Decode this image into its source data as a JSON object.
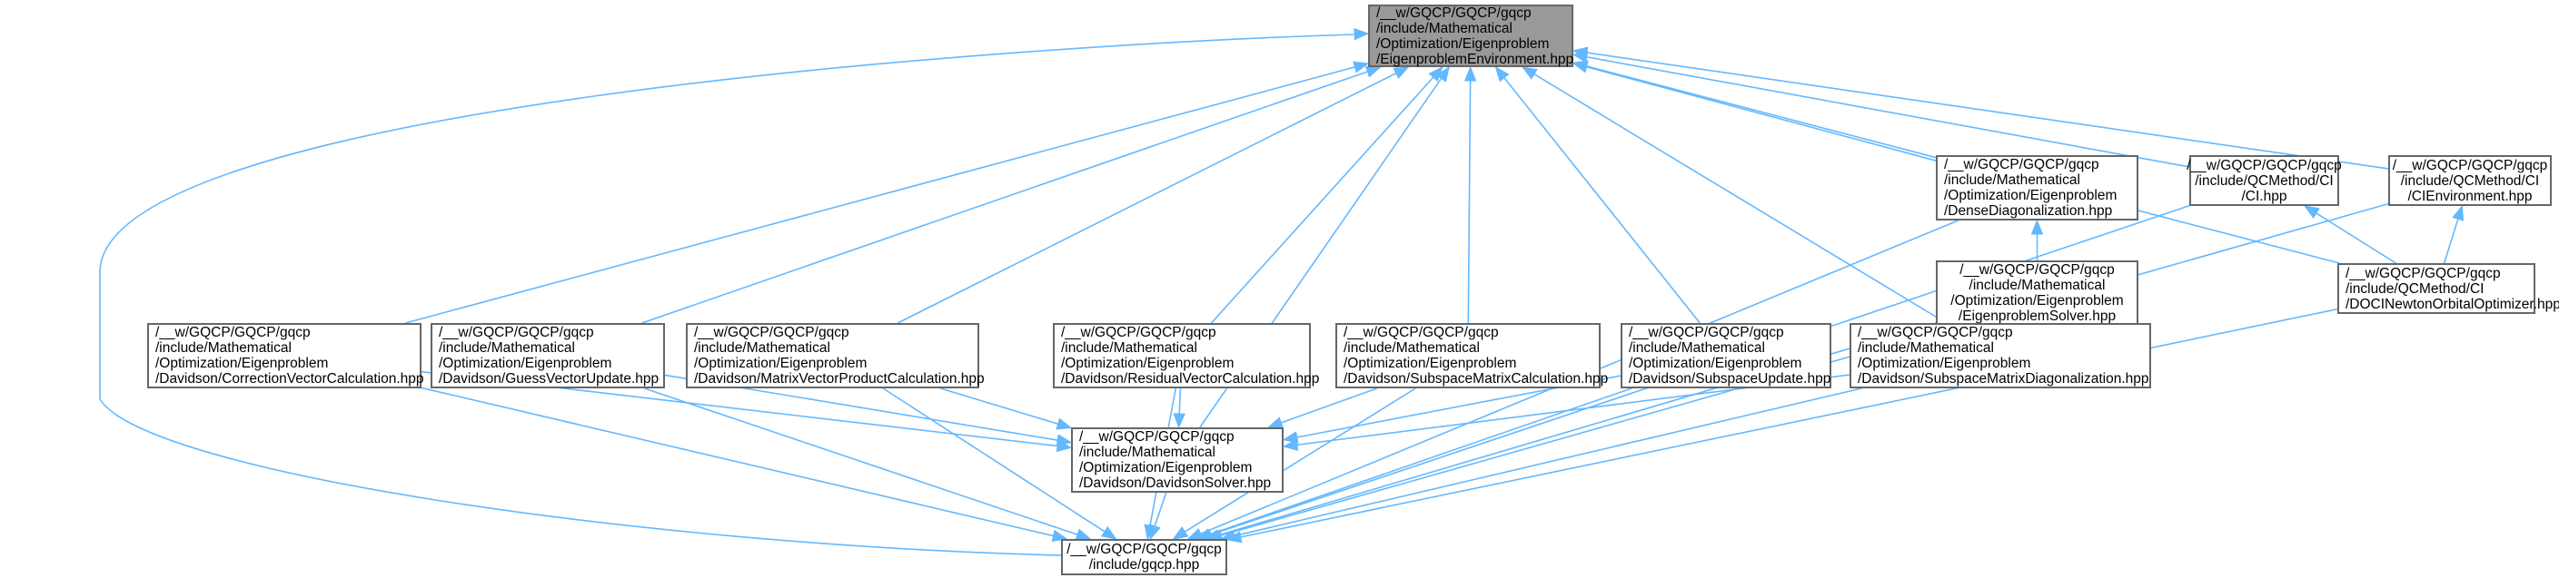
{
  "colors": {
    "edge": "#63b8ff",
    "node_border": "#666666",
    "root_fill": "#999999",
    "node_fill": "#ffffff"
  },
  "nodes": [
    {
      "id": "root",
      "lines": [
        "/__w/GQCP/GQCP/gqcp",
        "/include/Mathematical",
        "/Optimization/Eigenproblem",
        "/EigenproblemEnvironment.hpp"
      ]
    },
    {
      "id": "dense",
      "lines": [
        "/__w/GQCP/GQCP/gqcp",
        "/include/Mathematical",
        "/Optimization/Eigenproblem",
        "/DenseDiagonalization.hpp"
      ]
    },
    {
      "id": "ci",
      "lines": [
        "/__w/GQCP/GQCP/gqcp",
        "/include/QCMethod/CI",
        "/CI.hpp"
      ]
    },
    {
      "id": "cienv",
      "lines": [
        "/__w/GQCP/GQCP/gqcp",
        "/include/QCMethod/CI",
        "/CIEnvironment.hpp"
      ]
    },
    {
      "id": "eigsolver",
      "lines": [
        "/__w/GQCP/GQCP/gqcp",
        "/include/Mathematical",
        "/Optimization/Eigenproblem",
        "/EigenproblemSolver.hpp"
      ]
    },
    {
      "id": "doci",
      "lines": [
        "/__w/GQCP/GQCP/gqcp",
        "/include/QCMethod/CI",
        "/DOCINewtonOrbitalOptimizer.hpp"
      ]
    },
    {
      "id": "correction",
      "lines": [
        "/__w/GQCP/GQCP/gqcp",
        "/include/Mathematical",
        "/Optimization/Eigenproblem",
        "/Davidson/CorrectionVectorCalculation.hpp"
      ]
    },
    {
      "id": "guess",
      "lines": [
        "/__w/GQCP/GQCP/gqcp",
        "/include/Mathematical",
        "/Optimization/Eigenproblem",
        "/Davidson/GuessVectorUpdate.hpp"
      ]
    },
    {
      "id": "matvec",
      "lines": [
        "/__w/GQCP/GQCP/gqcp",
        "/include/Mathematical",
        "/Optimization/Eigenproblem",
        "/Davidson/MatrixVectorProductCalculation.hpp"
      ]
    },
    {
      "id": "residual",
      "lines": [
        "/__w/GQCP/GQCP/gqcp",
        "/include/Mathematical",
        "/Optimization/Eigenproblem",
        "/Davidson/ResidualVectorCalculation.hpp"
      ]
    },
    {
      "id": "submatcalc",
      "lines": [
        "/__w/GQCP/GQCP/gqcp",
        "/include/Mathematical",
        "/Optimization/Eigenproblem",
        "/Davidson/SubspaceMatrixCalculation.hpp"
      ]
    },
    {
      "id": "subupdate",
      "lines": [
        "/__w/GQCP/GQCP/gqcp",
        "/include/Mathematical",
        "/Optimization/Eigenproblem",
        "/Davidson/SubspaceUpdate.hpp"
      ]
    },
    {
      "id": "submatdiag",
      "lines": [
        "/__w/GQCP/GQCP/gqcp",
        "/include/Mathematical",
        "/Optimization/Eigenproblem",
        "/Davidson/SubspaceMatrixDiagonalization.hpp"
      ]
    },
    {
      "id": "davidson",
      "lines": [
        "/__w/GQCP/GQCP/gqcp",
        "/include/Mathematical",
        "/Optimization/Eigenproblem",
        "/Davidson/DavidsonSolver.hpp"
      ]
    },
    {
      "id": "gqcp",
      "lines": [
        "/__w/GQCP/GQCP/gqcp",
        "/include/gqcp.hpp"
      ]
    }
  ],
  "edges": [
    {
      "from": "correction",
      "to": "root"
    },
    {
      "from": "guess",
      "to": "root"
    },
    {
      "from": "matvec",
      "to": "root"
    },
    {
      "from": "residual",
      "to": "root"
    },
    {
      "from": "submatcalc",
      "to": "root"
    },
    {
      "from": "subupdate",
      "to": "root"
    },
    {
      "from": "submatdiag",
      "to": "root"
    },
    {
      "from": "davidson",
      "to": "root"
    },
    {
      "from": "dense",
      "to": "root"
    },
    {
      "from": "ci",
      "to": "root"
    },
    {
      "from": "cienv",
      "to": "root"
    },
    {
      "from": "doci",
      "to": "root"
    },
    {
      "from": "gqcp",
      "to": "root"
    },
    {
      "from": "eigsolver",
      "to": "dense"
    },
    {
      "from": "submatdiag",
      "to": "eigsolver"
    },
    {
      "from": "doci",
      "to": "ci"
    },
    {
      "from": "doci",
      "to": "cienv"
    },
    {
      "from": "correction",
      "to": "davidson"
    },
    {
      "from": "guess",
      "to": "davidson"
    },
    {
      "from": "matvec",
      "to": "davidson"
    },
    {
      "from": "residual",
      "to": "davidson"
    },
    {
      "from": "submatcalc",
      "to": "davidson"
    },
    {
      "from": "subupdate",
      "to": "davidson"
    },
    {
      "from": "submatdiag",
      "to": "davidson"
    },
    {
      "from": "correction",
      "to": "gqcp"
    },
    {
      "from": "guess",
      "to": "gqcp"
    },
    {
      "from": "matvec",
      "to": "gqcp"
    },
    {
      "from": "residual",
      "to": "gqcp"
    },
    {
      "from": "submatcalc",
      "to": "gqcp"
    },
    {
      "from": "subupdate",
      "to": "gqcp"
    },
    {
      "from": "submatdiag",
      "to": "gqcp"
    },
    {
      "from": "davidson",
      "to": "gqcp"
    },
    {
      "from": "dense",
      "to": "gqcp"
    },
    {
      "from": "ci",
      "to": "gqcp"
    },
    {
      "from": "cienv",
      "to": "gqcp"
    },
    {
      "from": "doci",
      "to": "gqcp"
    },
    {
      "from": "eigsolver",
      "to": "gqcp"
    }
  ]
}
